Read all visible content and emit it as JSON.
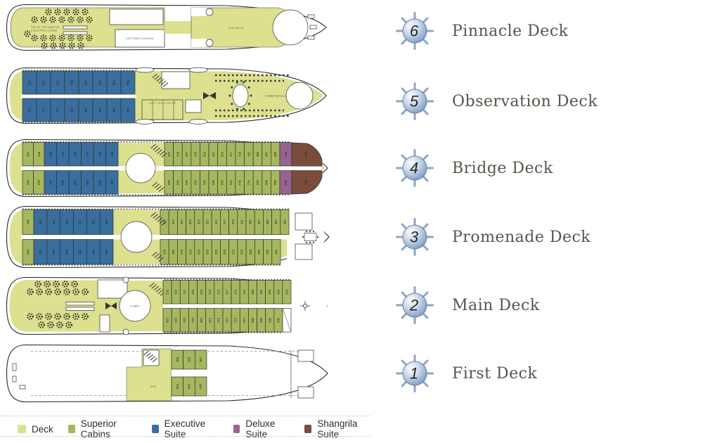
{
  "right_panel": {
    "decks": [
      {
        "number": "6",
        "name": "Pinnacle Deck"
      },
      {
        "number": "5",
        "name": "Observation Deck"
      },
      {
        "number": "4",
        "name": "Bridge Deck"
      },
      {
        "number": "3",
        "name": "Promenade Deck"
      },
      {
        "number": "2",
        "name": "Main Deck"
      },
      {
        "number": "1",
        "name": "First Deck"
      }
    ]
  },
  "legend": {
    "items": [
      {
        "label": "Deck",
        "color": "#dce08f"
      },
      {
        "label": "Superior Cabins",
        "color": "#a6b75f"
      },
      {
        "label": "Executive Suite",
        "color": "#3a6e9e"
      },
      {
        "label": "Deluxe Suite",
        "color": "#98638f"
      },
      {
        "label": "Shangrila Suite",
        "color": "#7a4c3c"
      }
    ]
  },
  "plans": {
    "deck6": {
      "lounge_line1": "TOP OF THE YANGTZE",
      "lounge_line2": "EXECUTIVE LOUNGE",
      "victoria": "VICTORIA LOUNGE",
      "sun_deck": "SUN DECK"
    },
    "deck5": {
      "health_center": "GUEST HEALTH CENTER",
      "club": "YANGTZE CLUB",
      "exec_top": [
        "517",
        "515",
        "511",
        "509",
        "507",
        "505",
        "503",
        "501"
      ],
      "exec_bottom": [
        "516",
        "514",
        "512",
        "510",
        "508",
        "506",
        "504",
        "502"
      ]
    },
    "deck4": {
      "green_left_top": [
        "447",
        "445"
      ],
      "green_left_bottom": [
        "446",
        "444"
      ],
      "exec_top": [
        "443",
        "441",
        "439",
        "437",
        "435",
        "433"
      ],
      "exec_bottom": [
        "442",
        "440",
        "438",
        "436",
        "434",
        "432"
      ],
      "sup_top": [
        "431",
        "429",
        "427",
        "425",
        "423",
        "421",
        "419",
        "417",
        "415",
        "411",
        "409",
        "407",
        "405"
      ],
      "sup_bottom": [
        "430",
        "428",
        "426",
        "424",
        "422",
        "420",
        "418",
        "416",
        "414",
        "412",
        "410",
        "408",
        "406"
      ],
      "deluxe_top": [
        "403"
      ],
      "deluxe_bottom": [
        "404"
      ],
      "shangrila_top": "401",
      "shangrila_bottom": "402"
    },
    "deck3": {
      "green_left_top": [
        "346"
      ],
      "green_left_bottom": [
        "344"
      ],
      "exec_top": [
        "343",
        "341",
        "339",
        "337",
        "335",
        "333"
      ],
      "exec_bottom": [
        "342",
        "340",
        "338",
        "336",
        "334",
        "332"
      ],
      "sup_top": [
        "331",
        "329",
        "327",
        "325",
        "323",
        "321",
        "319",
        "317",
        "315",
        "311",
        "309",
        "307",
        "305",
        "303",
        "301"
      ],
      "sup_bottom": [
        "328",
        "326",
        "324",
        "322",
        "320",
        "318",
        "316",
        "314",
        "312",
        "310",
        "308",
        "306",
        "304",
        "302"
      ]
    },
    "deck2": {
      "lobby": "LOBBY",
      "sup_top": [
        "231",
        "229",
        "227",
        "225",
        "223",
        "221",
        "219",
        "217",
        "215",
        "211",
        "209",
        "207",
        "205",
        "203",
        "201"
      ],
      "sup_bottom": [
        "228",
        "226",
        "224",
        "222",
        "220",
        "218",
        "216",
        "214",
        "212",
        "210",
        "208",
        "206",
        "204",
        "202"
      ]
    },
    "deck1": {
      "gym": "GYM",
      "sup_top": [
        "105",
        "103",
        "101"
      ],
      "sup_bottom": [
        "106",
        "104",
        "102"
      ]
    }
  }
}
